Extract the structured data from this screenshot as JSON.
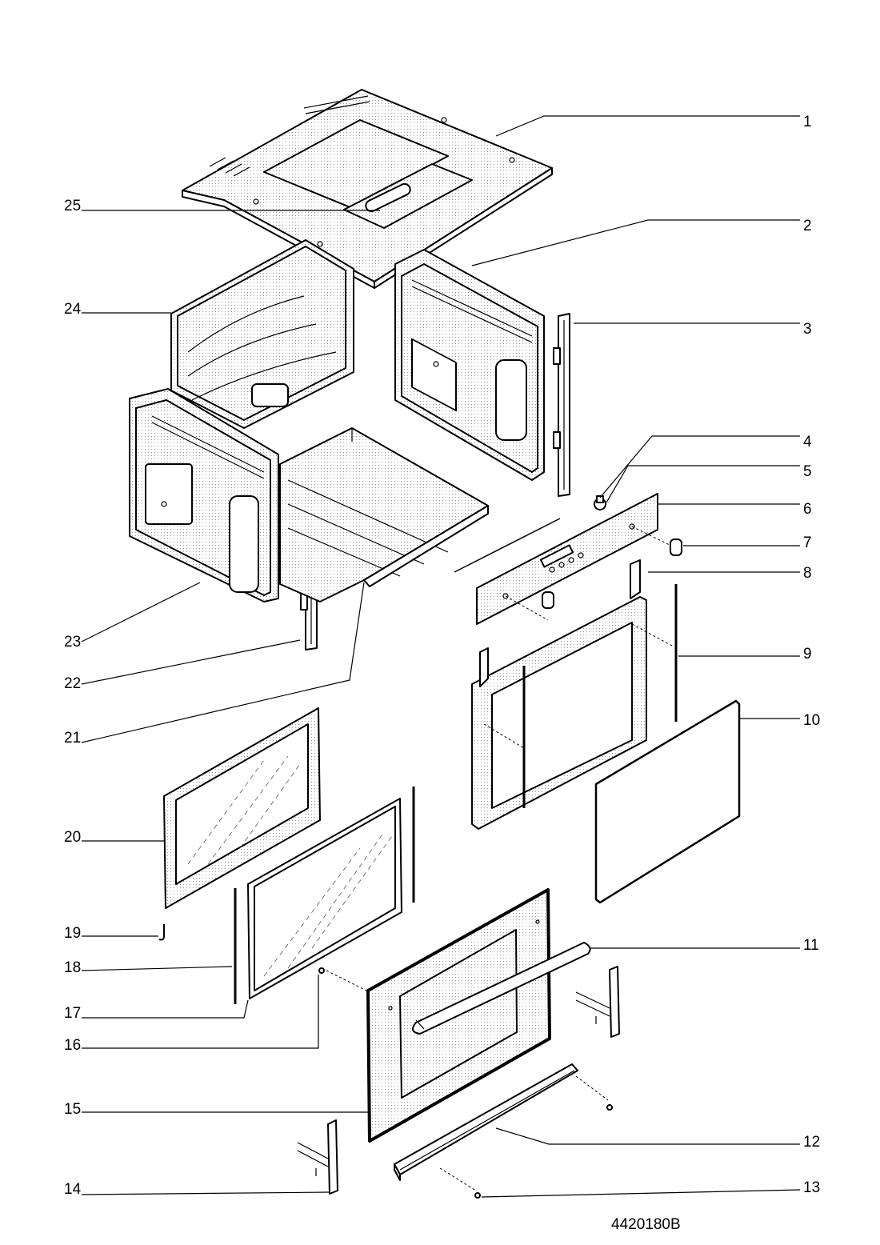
{
  "diagram": {
    "drawing_code": "4420180B",
    "callouts": [
      {
        "id": "callout-1",
        "label": "1"
      },
      {
        "id": "callout-2",
        "label": "2"
      },
      {
        "id": "callout-3",
        "label": "3"
      },
      {
        "id": "callout-4",
        "label": "4"
      },
      {
        "id": "callout-5",
        "label": "5"
      },
      {
        "id": "callout-6",
        "label": "6"
      },
      {
        "id": "callout-7",
        "label": "7"
      },
      {
        "id": "callout-8",
        "label": "8"
      },
      {
        "id": "callout-9",
        "label": "9"
      },
      {
        "id": "callout-10",
        "label": "10"
      },
      {
        "id": "callout-11",
        "label": "11"
      },
      {
        "id": "callout-12",
        "label": "12"
      },
      {
        "id": "callout-13",
        "label": "13"
      },
      {
        "id": "callout-14",
        "label": "14"
      },
      {
        "id": "callout-15",
        "label": "15"
      },
      {
        "id": "callout-16",
        "label": "16"
      },
      {
        "id": "callout-17",
        "label": "17"
      },
      {
        "id": "callout-18",
        "label": "18"
      },
      {
        "id": "callout-19",
        "label": "19"
      },
      {
        "id": "callout-20",
        "label": "20"
      },
      {
        "id": "callout-21",
        "label": "21"
      },
      {
        "id": "callout-22",
        "label": "22"
      },
      {
        "id": "callout-23",
        "label": "23"
      },
      {
        "id": "callout-24",
        "label": "24"
      },
      {
        "id": "callout-25",
        "label": "25"
      }
    ]
  }
}
